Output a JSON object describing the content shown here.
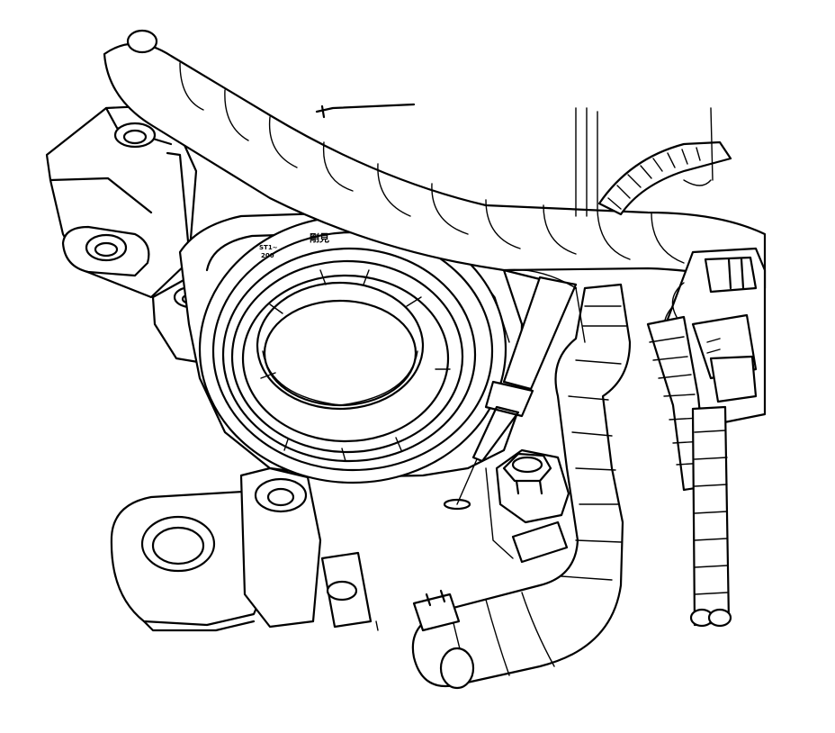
{
  "diagram": {
    "markings": [
      "剛見",
      "ST1~",
      "200"
    ]
  },
  "colors": {
    "line": "#000000",
    "background": "#ffffff"
  }
}
